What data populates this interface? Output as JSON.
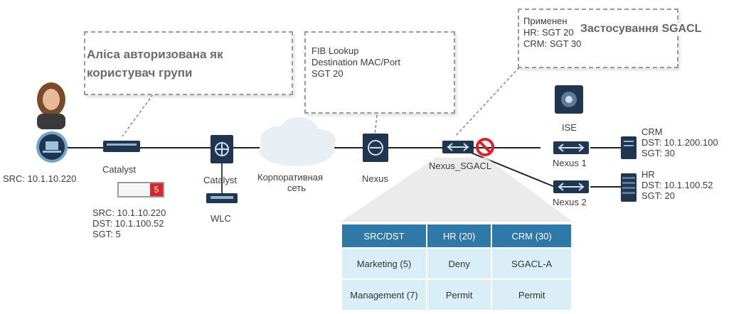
{
  "callouts": {
    "alice": {
      "line1": "Аліса авторизована як",
      "line2": "користувач групи"
    },
    "fib": {
      "line1": "FIB Lookup",
      "line2": "Destination MAC/Port",
      "line3": "SGT 20"
    },
    "enforce": {
      "line1": "Применен",
      "line2": "HR: SGT 20",
      "line3": "CRM: SGT 30",
      "overlay": "Застосування SGACL"
    }
  },
  "nodes": {
    "src_ip": "SRC: 10.1.10.220",
    "catalyst1": "Catalyst",
    "catalyst2": "Catalyst",
    "wlc": "WLC",
    "cloud_line1": "Корпоративная",
    "cloud_line2": "сеть",
    "nexus": "Nexus",
    "nexus_sgacl": "Nexus_SGACL",
    "ise": "ISE",
    "nexus1": "Nexus 1",
    "nexus2": "Nexus 2"
  },
  "packet": {
    "tag_value": "5",
    "src": "SRC: 10.1.10.220",
    "dst": "DST: 10.1.100.52",
    "sgt": "SGT: 5"
  },
  "servers": {
    "crm": {
      "name": "CRM",
      "dst": "DST: 10.1.200.100",
      "sgt": "SGT: 30"
    },
    "hr": {
      "name": "HR",
      "dst": "DST: 10.1.100.52",
      "sgt": "SGT: 20"
    }
  },
  "matrix": {
    "headers": [
      "SRC/DST",
      "HR (20)",
      "CRM (30)"
    ],
    "rows": [
      [
        "Marketing (5)",
        "Deny",
        "SGACL-A"
      ],
      [
        "Management (7)",
        "Permit",
        "Permit"
      ]
    ]
  },
  "colors": {
    "header_blue": "#2f79a8",
    "cell_blue": "#d9eef7",
    "deny_red": "#d8262b",
    "device_navy": "#1f3550"
  }
}
